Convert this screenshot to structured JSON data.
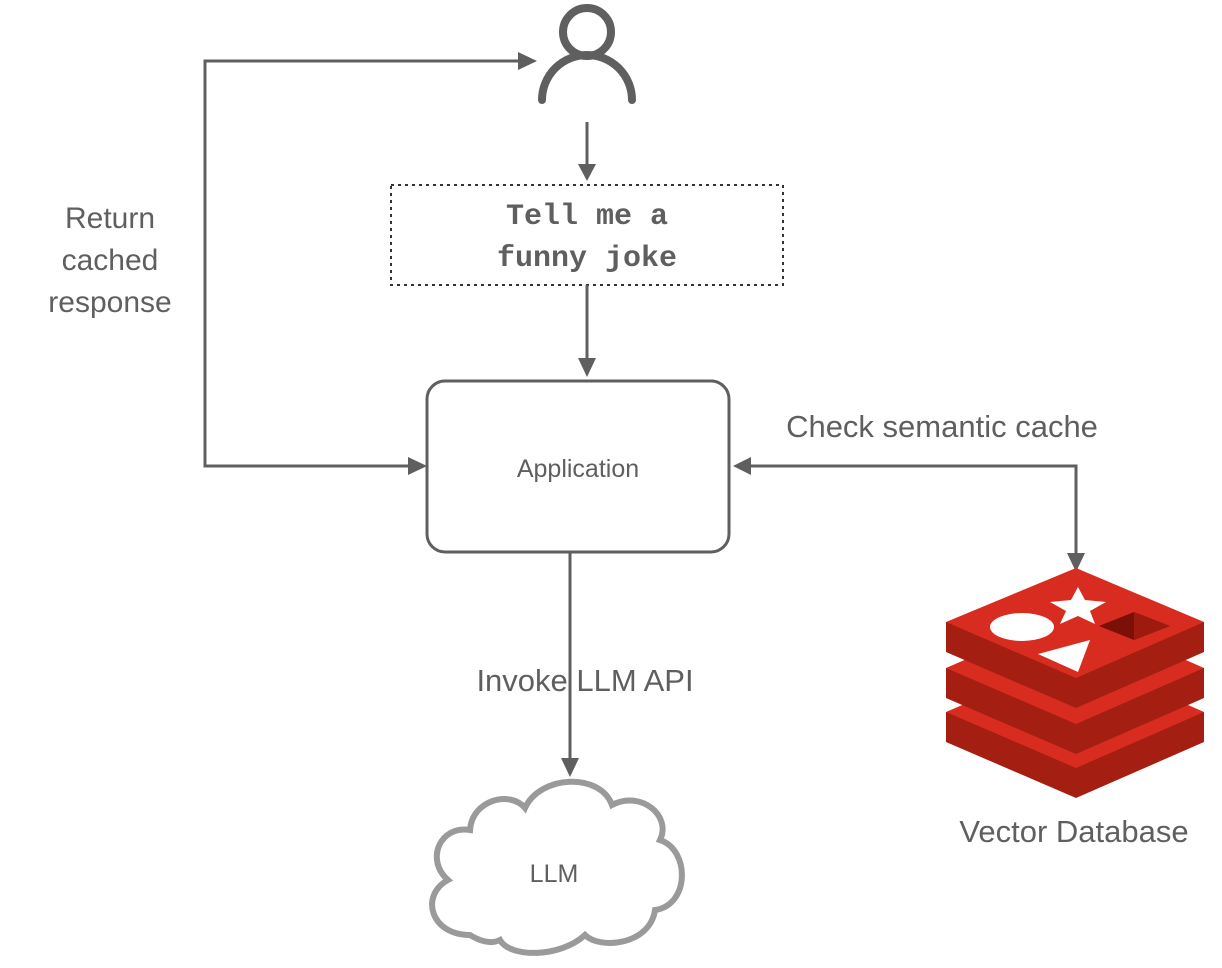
{
  "nodes": {
    "prompt_line1": "Tell me a",
    "prompt_line2": "funny joke",
    "application": "Application",
    "llm": "LLM",
    "vector_database": "Vector Database"
  },
  "edges": {
    "return_line1": "Return",
    "return_line2": "cached",
    "return_line3": "response",
    "check_cache": "Check semantic cache",
    "invoke_llm": "Invoke LLM API"
  },
  "icons": {
    "user": "user-icon",
    "database": "redis-database-icon",
    "cloud": "cloud-icon"
  },
  "colors": {
    "stroke": "#5f5f5f",
    "redis_red": "#d82c20",
    "redis_dark": "#a41e11"
  }
}
